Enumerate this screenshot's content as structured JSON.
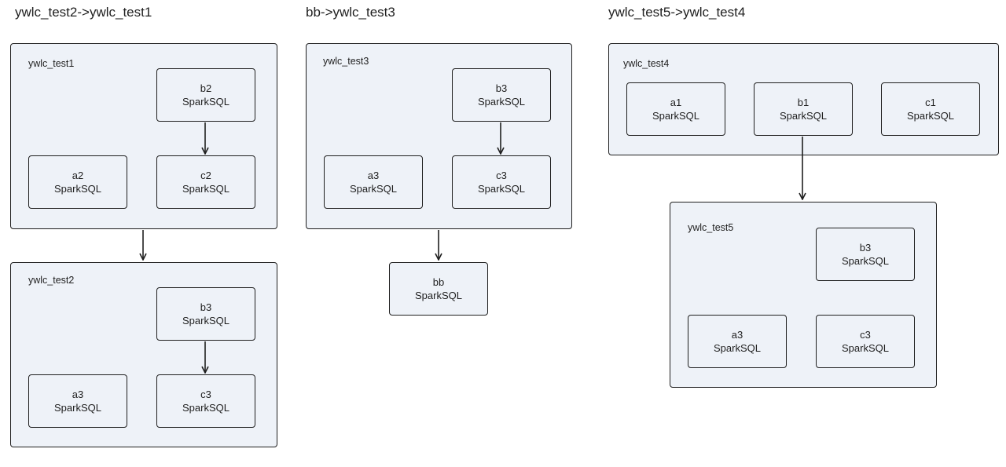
{
  "diagrams": [
    {
      "title": "ywlc_test2->ywlc_test1",
      "groups": [
        {
          "label": "ywlc_test1",
          "nodes": [
            {
              "name": "b2",
              "type": "SparkSQL"
            },
            {
              "name": "a2",
              "type": "SparkSQL"
            },
            {
              "name": "c2",
              "type": "SparkSQL"
            }
          ]
        },
        {
          "label": "ywlc_test2",
          "nodes": [
            {
              "name": "b3",
              "type": "SparkSQL"
            },
            {
              "name": "a3",
              "type": "SparkSQL"
            },
            {
              "name": "c3",
              "type": "SparkSQL"
            }
          ]
        }
      ]
    },
    {
      "title": "bb->ywlc_test3",
      "groups": [
        {
          "label": "ywlc_test3",
          "nodes": [
            {
              "name": "b3",
              "type": "SparkSQL"
            },
            {
              "name": "a3",
              "type": "SparkSQL"
            },
            {
              "name": "c3",
              "type": "SparkSQL"
            }
          ]
        }
      ],
      "standalone": {
        "name": "bb",
        "type": "SparkSQL"
      }
    },
    {
      "title": "ywlc_test5->ywlc_test4",
      "groups": [
        {
          "label": "ywlc_test4",
          "nodes": [
            {
              "name": "a1",
              "type": "SparkSQL"
            },
            {
              "name": "b1",
              "type": "SparkSQL"
            },
            {
              "name": "c1",
              "type": "SparkSQL"
            }
          ]
        },
        {
          "label": "ywlc_test5",
          "nodes": [
            {
              "name": "b3",
              "type": "SparkSQL"
            },
            {
              "name": "a3",
              "type": "SparkSQL"
            },
            {
              "name": "c3",
              "type": "SparkSQL"
            }
          ]
        }
      ]
    }
  ],
  "colors": {
    "group_fill": "#eef2f8",
    "stroke": "#1f1f1f",
    "text": "#1f1f1f"
  }
}
